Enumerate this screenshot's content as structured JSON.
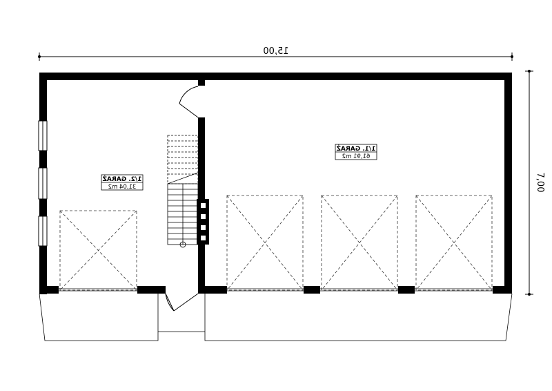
{
  "dimensions": {
    "width_label": "15,00",
    "depth_label": "7,00"
  },
  "rooms": [
    {
      "id": "garage-main",
      "name": "1/1. GARAŻ",
      "area": "61,91 m2"
    },
    {
      "id": "garage-small",
      "name": "1/2. GARAŻ",
      "area": "31,04 m2"
    }
  ],
  "colors": {
    "wall": "#000000",
    "line": "#000000",
    "dash": "#333333"
  }
}
